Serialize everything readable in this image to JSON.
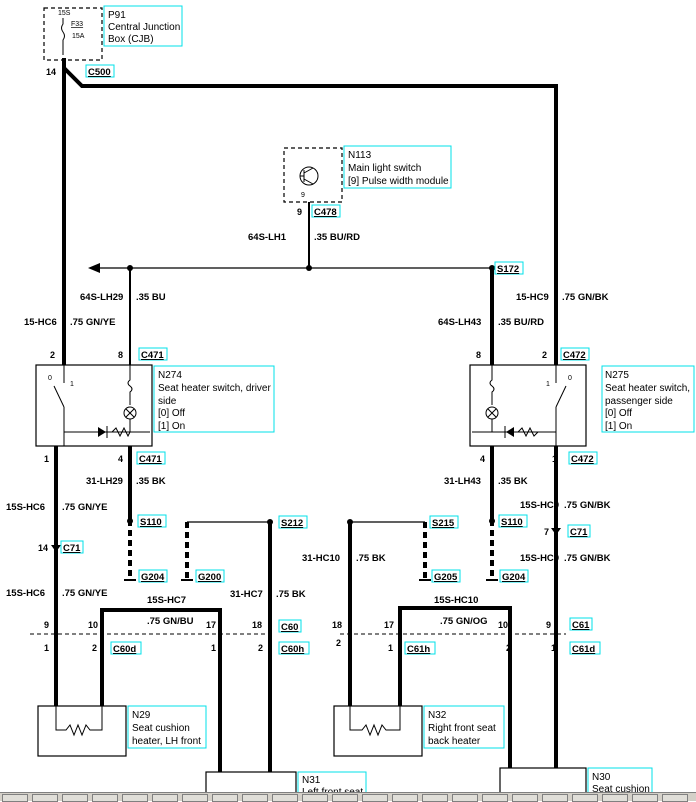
{
  "components": {
    "p91": {
      "name": "P91",
      "desc1": "Central Junction",
      "desc2": "Box (CJB)",
      "fuse_top": "15S",
      "fuse_id": "F33",
      "fuse_amp": "15A",
      "pin": "14",
      "connector": "C500"
    },
    "n113": {
      "name": "N113",
      "desc1": "Main light switch",
      "desc2": "[9] Pulse width module",
      "pin": "9",
      "connector": "C478",
      "pin_small": "9"
    },
    "n274": {
      "name": "N274",
      "desc1": "Seat heater switch, driver",
      "desc2": "side",
      "state0": "[0] Off",
      "state1": "[1] On",
      "pin_tl": "2",
      "pin_tr": "8",
      "pin_bl": "1",
      "pin_br": "4",
      "conn_top": "C471",
      "conn_bot": "C471",
      "sw1": "1",
      "sw0": "0"
    },
    "n275": {
      "name": "N275",
      "desc1": "Seat heater switch,",
      "desc2": "passenger side",
      "state0": "[0] Off",
      "state1": "[1] On",
      "pin_tl": "8",
      "pin_tr": "2",
      "pin_bl": "4",
      "pin_br": "1",
      "conn_top": "C472",
      "conn_bot": "C472",
      "sw1": "1",
      "sw0": "0"
    },
    "n29": {
      "name": "N29",
      "desc1": "Seat cushion",
      "desc2": "heater, LH front"
    },
    "n32": {
      "name": "N32",
      "desc1": "Right front seat",
      "desc2": "back heater"
    },
    "n31": {
      "name": "N31",
      "desc1": "Left front seat"
    },
    "n30": {
      "name": "N30",
      "desc1": "Seat cushion"
    }
  },
  "wires": {
    "w64s_lh1": {
      "code": "64S-LH1",
      "spec": ".35 BU/RD"
    },
    "w64s_lh29": {
      "code": "64S-LH29",
      "spec": ".35 BU"
    },
    "w64s_lh43": {
      "code": "64S-LH43",
      "spec": ".35 BU/RD"
    },
    "w15_hc6": {
      "code": "15-HC6",
      "spec": ".75 GN/YE"
    },
    "w15_hc9": {
      "code": "15-HC9",
      "spec": ".75 GN/BK"
    },
    "w31_lh29": {
      "code": "31-LH29",
      "spec": ".35 BK"
    },
    "w31_lh43": {
      "code": "31-LH43",
      "spec": ".35 BK"
    },
    "w15s_hc6a": {
      "code": "15S-HC6",
      "spec": ".75 GN/YE"
    },
    "w15s_hc6b": {
      "code": "15S-HC6",
      "spec": ".75 GN/YE"
    },
    "w15s_hc9a": {
      "code": "15S-HC9",
      "spec": ".75 GN/BK"
    },
    "w15s_hc9b": {
      "code": "15S-HC9",
      "spec": ".75 GN/BK"
    },
    "w31_hc10": {
      "code": "31-HC10",
      "spec": ".75 BK"
    },
    "w31_hc7": {
      "code": "31-HC7",
      "spec": ".75 BK"
    },
    "w15s_hc7": {
      "code": "15S-HC7",
      "spec": ".75 GN/BU"
    },
    "w15s_hc10": {
      "code": "15S-HC10",
      "spec": ".75 GN/OG"
    }
  },
  "splices": {
    "s172": "S172",
    "s110a": "S110",
    "s110b": "S110",
    "s212": "S212",
    "s215": "S215"
  },
  "grounds": {
    "g204a": "G204",
    "g200": "G200",
    "g205": "G205",
    "g204b": "G204"
  },
  "connectors": {
    "c71a": {
      "label": "C71",
      "pin": "14"
    },
    "c71b": {
      "label": "C71",
      "pin": "7"
    },
    "c60": {
      "label": "C60",
      "pins": [
        "9",
        "10",
        "17",
        "18"
      ]
    },
    "c60d": {
      "label": "C60d",
      "pins": [
        "1",
        "2"
      ]
    },
    "c60h": {
      "label": "C60h",
      "pins": [
        "1",
        "2"
      ]
    },
    "c61": {
      "label": "C61",
      "pins": [
        "18",
        "17",
        "10",
        "9"
      ]
    },
    "c61h": {
      "label": "C61h",
      "pins": [
        "2",
        "1"
      ]
    },
    "c61d": {
      "label": "C61d",
      "pins": [
        "2",
        "1"
      ]
    }
  },
  "colors": {
    "wire": "#000000",
    "label_box": "#00e0e8",
    "taskbar": "#d4d0c8"
  }
}
